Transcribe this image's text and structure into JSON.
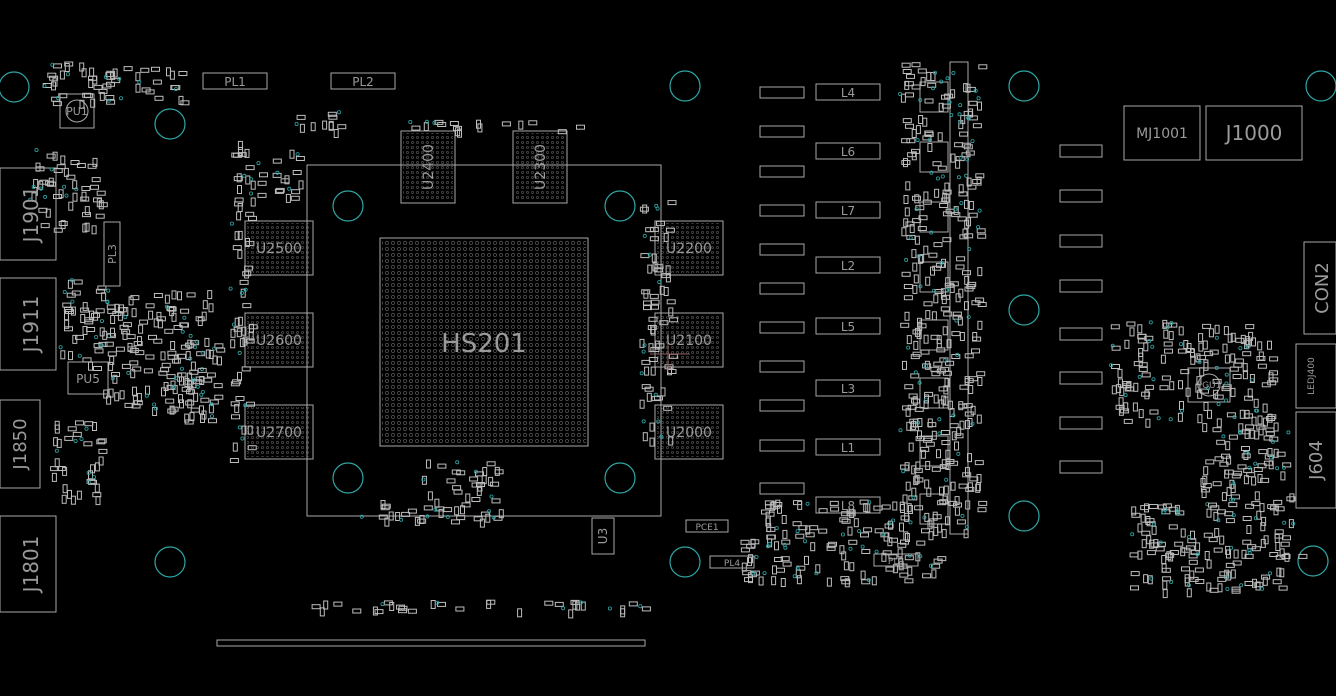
{
  "colors": {
    "background": "#000000",
    "silkscreen": "#a8a8a8",
    "label": "#9a9a9a",
    "mounting_hole": "#2fa6a6"
  },
  "gpu": {
    "label": "HS201"
  },
  "memory": [
    {
      "label": "U2500"
    },
    {
      "label": "U2600"
    },
    {
      "label": "U2700"
    },
    {
      "label": "U2200"
    },
    {
      "label": "U2100"
    },
    {
      "label": "U2000"
    },
    {
      "label": "U2400"
    },
    {
      "label": "U2300"
    }
  ],
  "inductors_left": [
    {
      "label": "PL1"
    },
    {
      "label": "PL2"
    },
    {
      "label": "PL3"
    }
  ],
  "inductors_right": [
    {
      "label": "L4"
    },
    {
      "label": "L6"
    },
    {
      "label": "L7"
    },
    {
      "label": "L2"
    },
    {
      "label": "L5"
    },
    {
      "label": "L3"
    },
    {
      "label": "L1"
    },
    {
      "label": "L8"
    }
  ],
  "connectors": [
    {
      "label": "J1901"
    },
    {
      "label": "J1911"
    },
    {
      "label": "J1850"
    },
    {
      "label": "J1801"
    },
    {
      "label": "J1000"
    },
    {
      "label": "MJ1001"
    },
    {
      "label": "CON2"
    },
    {
      "label": "J604"
    }
  ],
  "ics": [
    {
      "label": "PU1"
    },
    {
      "label": "PU5"
    },
    {
      "label": "PGU1"
    },
    {
      "label": "U3"
    },
    {
      "label": "LEDJ400"
    }
  ],
  "caps": [
    {
      "label": "PCE1"
    },
    {
      "label": "PL4"
    },
    {
      "label": "PL5"
    }
  ]
}
